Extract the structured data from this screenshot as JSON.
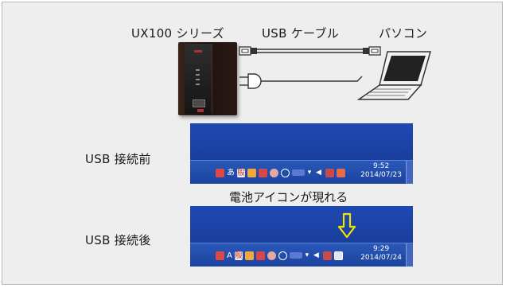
{
  "labels": {
    "ups": "UX100 シリーズ",
    "cable": "USB ケーブル",
    "pc": "パソコン",
    "before": "USB 接続前",
    "after": "USB 接続後",
    "battery_note": "電池アイコンが現れる"
  },
  "taskbar_before": {
    "ime_text": "あ",
    "ime_kanji": "般",
    "clock_time": "9:52",
    "clock_date": "2014/07/23",
    "icons": [
      "ime-red-icon",
      "ime-a-icon",
      "ime-kanji-icon",
      "tool-icon",
      "dictionary-icon",
      "help-icon",
      "caps-kana-icon",
      "settings-icon",
      "arrow-icon",
      "volume-icon",
      "network-icon",
      "flag-icon"
    ]
  },
  "taskbar_after": {
    "ime_text": "A",
    "ime_kanji": "般",
    "clock_time": "9:29",
    "clock_date": "2014/07/24",
    "icons": [
      "ime-red-icon",
      "ime-a-icon",
      "ime-kanji-icon",
      "tool-icon",
      "dictionary-icon",
      "help-icon",
      "caps-kana-icon",
      "settings-icon",
      "arrow-icon",
      "volume-icon",
      "network-icon",
      "battery-icon"
    ]
  },
  "colors": {
    "desktop": "#1a3f9e",
    "arrow": "#f2e600",
    "cable": "#333333"
  }
}
